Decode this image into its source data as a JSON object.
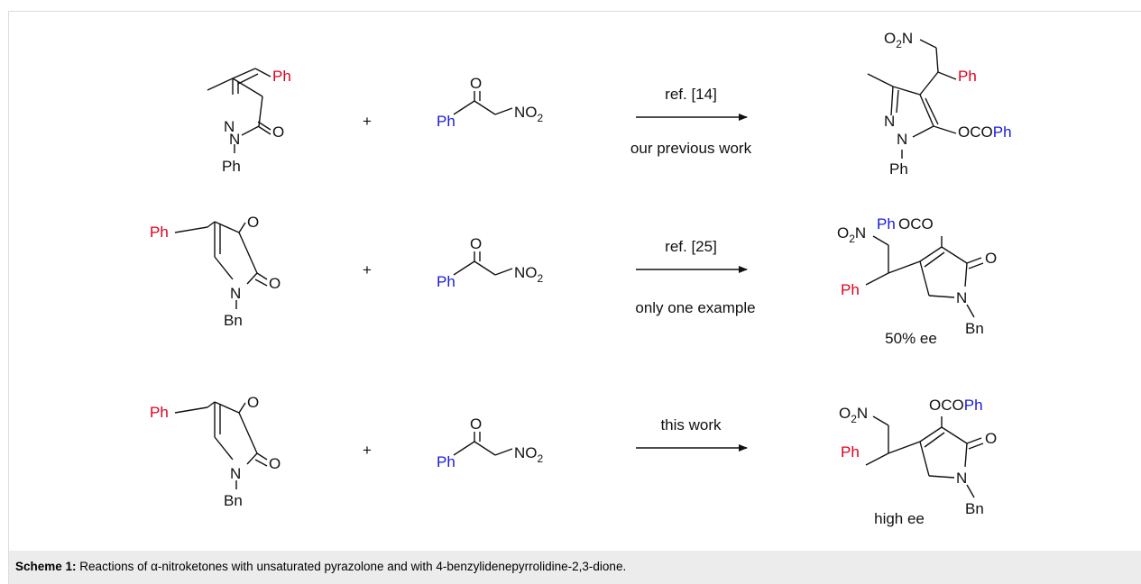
{
  "caption": {
    "label": "Scheme 1:",
    "text": " Reactions of α-nitroketones with unsaturated pyrazolone and with 4-benzylidenepyrrolidine-2,3-dione."
  },
  "atoms": {
    "ph": "Ph",
    "bn": "Bn",
    "n": "N",
    "o": "O",
    "no2_prefix": "NO",
    "o2n_prefix": "O",
    "o2n_suffix": "N",
    "sub2": "2",
    "oco": "OCO",
    "oco_suffix": "OCO",
    "plus": "+"
  },
  "rows": [
    {
      "arrow_top": "ref. [14]",
      "arrow_bottom": "our previous work",
      "product_note": ""
    },
    {
      "arrow_top": "ref. [25]",
      "arrow_bottom": "only one example",
      "product_note": "50% ee"
    },
    {
      "arrow_top": "this work",
      "arrow_bottom": "",
      "product_note": "high ee"
    }
  ],
  "colors": {
    "ph_red": "#e0001b",
    "ph_blue": "#1a1adc",
    "caption_bg": "#ececec"
  }
}
